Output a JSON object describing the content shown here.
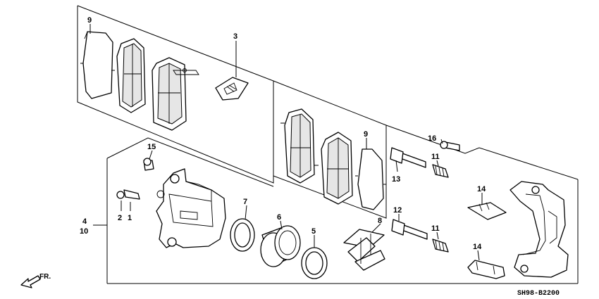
{
  "diagram_code": "SH98-B2200",
  "direction_label": "FR.",
  "callouts": {
    "c1": "1",
    "c2": "2",
    "c3": "3",
    "c4": "4",
    "c5": "5",
    "c6": "6",
    "c7": "7",
    "c8": "8",
    "c9a": "9",
    "c9b": "9",
    "c10": "10",
    "c11a": "11",
    "c11b": "11",
    "c12": "12",
    "c13": "13",
    "c14a": "14",
    "c14b": "14",
    "c15": "15",
    "c16": "16"
  }
}
